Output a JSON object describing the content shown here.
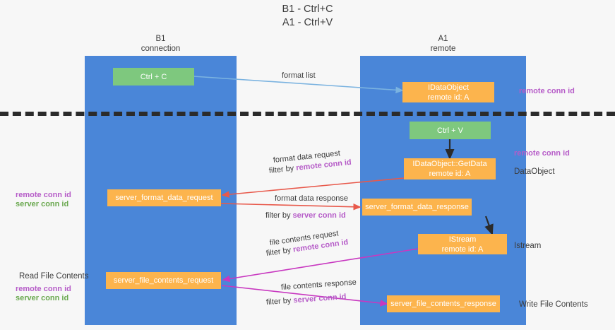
{
  "title": {
    "line1": "B1 - Ctrl+C",
    "line2": "A1 - Ctrl+V"
  },
  "lanes": [
    {
      "name": "B1",
      "subtitle": "connection"
    },
    {
      "name": "A1",
      "subtitle": "remote"
    }
  ],
  "nodes": {
    "ctrl_c": {
      "label": "Ctrl + C",
      "color": "#7ec87e"
    },
    "idataobject": {
      "label": "IDataObject",
      "sub": "remote id: A",
      "color": "#fcb44d"
    },
    "ctrl_v": {
      "label": "Ctrl + V",
      "color": "#7ec87e"
    },
    "getdata": {
      "label": "IDataObject::GetData",
      "sub": "remote id: A",
      "color": "#fcb44d"
    },
    "server_format_data_request": {
      "label": "server_format_data_request",
      "color": "#fcb44d"
    },
    "server_format_data_response": {
      "label": "server_format_data_response",
      "color": "#fcb44d"
    },
    "istream": {
      "label": "IStream",
      "sub": "remote id: A",
      "color": "#fcb44d"
    },
    "server_file_contents_request": {
      "label": "server_file_contents_request",
      "color": "#fcb44d"
    },
    "server_file_contents_response": {
      "label": "server_file_contents_response",
      "color": "#fcb44d"
    }
  },
  "edges": {
    "format_list": "format list",
    "format_data_request": "format data request",
    "format_data_response": "format data response",
    "file_contents_request": "file contents request",
    "file_contents_response": "file contents response",
    "filter_by": "filter by"
  },
  "conn_ids": {
    "remote": "remote conn id",
    "server": "server conn id"
  },
  "annotations": {
    "dataobject": "DataObject",
    "istream": "Istream",
    "read_file_contents": "Read File Contents",
    "write_file_contents": "Write File Contents"
  },
  "colors": {
    "lane": "#4a86d8",
    "node_green": "#7ec87e",
    "node_orange": "#fcb44d",
    "remote_conn": "#b65cc8",
    "server_conn": "#6aa84f",
    "arrow_blue": "#7bb3e0",
    "arrow_red": "#e8594b",
    "arrow_magenta": "#c838c0",
    "arrow_black": "#2b2b2b",
    "divider": "#2b2b2b",
    "background": "#f7f7f7"
  }
}
